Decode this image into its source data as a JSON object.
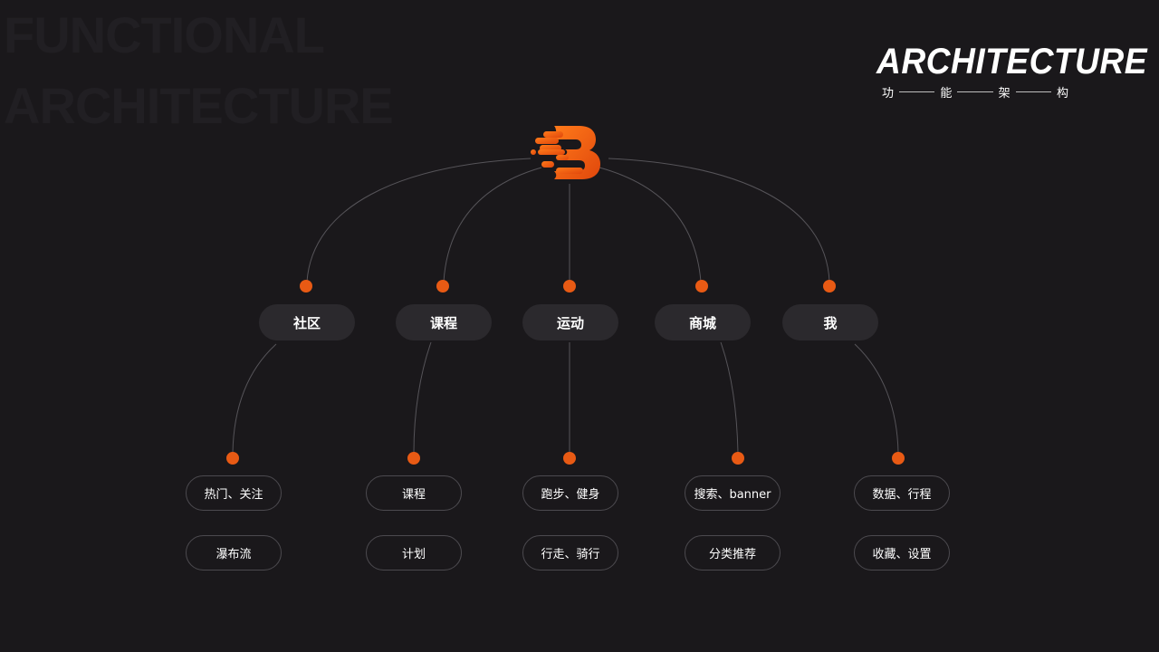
{
  "background_title": [
    "FUNCTIONAL",
    "ARCHITECTURE"
  ],
  "brand": {
    "title": "ARCHITECTURE",
    "subtitle_chars": [
      "功",
      "能",
      "架",
      "构"
    ]
  },
  "colors": {
    "background": "#1a181b",
    "accent": "#e85a14",
    "node_fill": "#2b292d",
    "node_border": "#4c4a4f",
    "connector": "#565459"
  },
  "root": {
    "icon": "b-speed-logo-icon"
  },
  "categories": [
    {
      "label": "社区",
      "items": [
        "热门、关注",
        "瀑布流"
      ]
    },
    {
      "label": "课程",
      "items": [
        "课程",
        "计划"
      ]
    },
    {
      "label": "运动",
      "items": [
        "跑步、健身",
        "行走、骑行"
      ]
    },
    {
      "label": "商城",
      "items": [
        "搜索、banner",
        "分类推荐"
      ]
    },
    {
      "label": "我",
      "items": [
        "数据、行程",
        "收藏、设置"
      ]
    }
  ]
}
